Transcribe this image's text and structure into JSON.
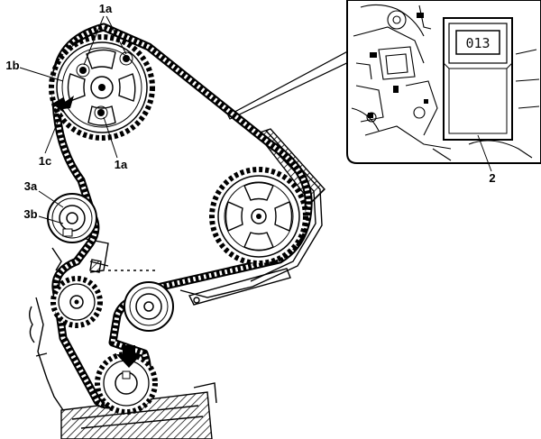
{
  "callouts": {
    "c1a_top": "1a",
    "c1b": "1b",
    "c1c": "1c",
    "c1a_bottom": "1a",
    "c3a": "3a",
    "c3b": "3b",
    "c2": "2"
  },
  "inset": {
    "display_value": "013"
  }
}
